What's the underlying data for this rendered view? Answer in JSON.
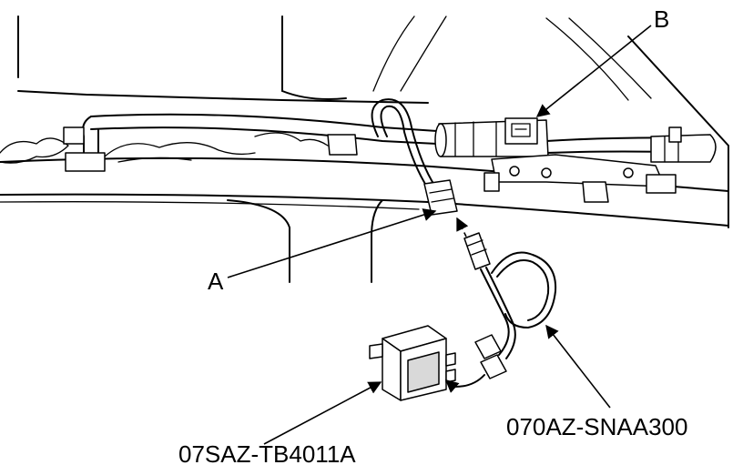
{
  "labels": {
    "callout_a": "A",
    "callout_b": "B",
    "part_module": "07SAZ-TB4011A",
    "part_harness": "070AZ-SNAA300"
  }
}
